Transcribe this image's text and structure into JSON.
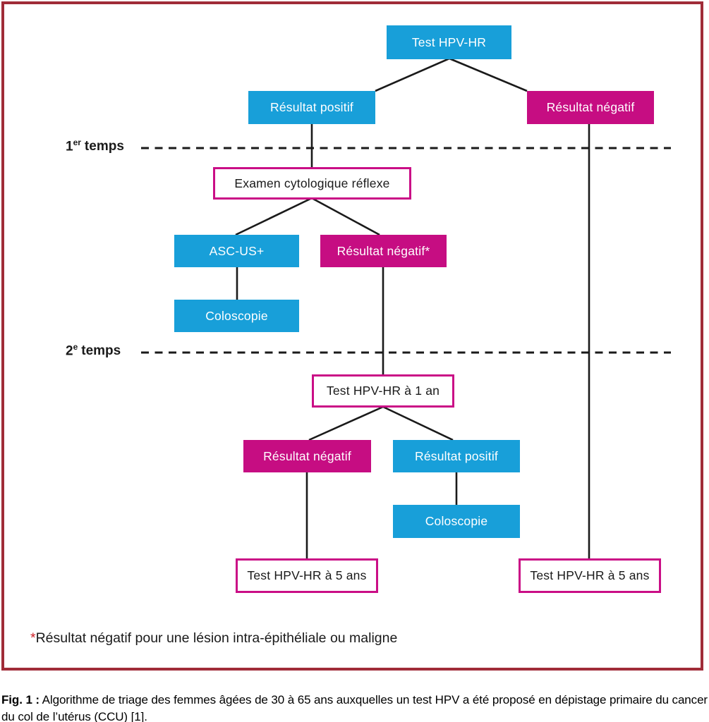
{
  "palette": {
    "blue": "#189FD9",
    "magenta": "#C60D82",
    "outline": "#CA0E86",
    "frame": "#A02C38",
    "line": "#1A1A1A",
    "star": "#CE2127"
  },
  "nodes": {
    "root": {
      "label": "Test HPV-HR"
    },
    "pos1": {
      "label": "Résultat positif"
    },
    "neg1": {
      "label": "Résultat négatif"
    },
    "cyto": {
      "label": "Examen cytologique réflexe"
    },
    "ascus": {
      "label": "ASC-US+"
    },
    "neg2": {
      "label": "Résultat négatif*"
    },
    "colo1": {
      "label": "Coloscopie"
    },
    "hpv1an": {
      "label": "Test HPV-HR à 1 an"
    },
    "neg3": {
      "label": "Résultat négatif"
    },
    "pos2": {
      "label": "Résultat positif"
    },
    "colo2": {
      "label": "Coloscopie"
    },
    "hpv5left": {
      "label": "Test HPV-HR à 5 ans"
    },
    "hpv5right": {
      "label": "Test HPV-HR à 5 ans"
    }
  },
  "phases": [
    {
      "num": "1",
      "sup": "er",
      "word": "temps"
    },
    {
      "num": "2",
      "sup": "e",
      "word": "temps"
    }
  ],
  "footnote": {
    "star": "*",
    "text": "Résultat négatif pour une lésion intra-épithéliale ou maligne"
  },
  "caption": {
    "prefix": "Fig. 1 :",
    "rest": " Algorithme de triage des femmes âgées de 30 à 65 ans auxquelles un test HPV a été proposé en dépistage primaire du cancer du col de l’utérus (CCU) [1]."
  }
}
